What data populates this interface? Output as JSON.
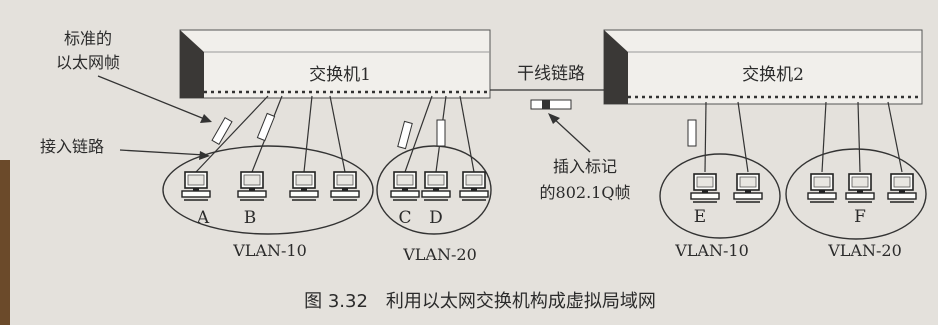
{
  "labels": {
    "std_frame_line1": "标准的",
    "std_frame_line2": "以太网帧",
    "access_link": "接入链路",
    "trunk_link": "干线链路",
    "tag_line1": "插入标记",
    "tag_line2": "的802.1Q帧"
  },
  "switches": [
    {
      "name": "交换机1"
    },
    {
      "name": "交换机2"
    }
  ],
  "hosts": [
    "A",
    "B",
    "C",
    "D",
    "E",
    "F"
  ],
  "vlans": [
    "VLAN-10",
    "VLAN-20",
    "VLAN-10",
    "VLAN-20"
  ],
  "caption": "图 3.32　利用以太网交换机构成虚拟局域网",
  "colors": {
    "background": "#e4e1dc",
    "switch_face": "#f1efeb",
    "switch_side": "#3a3836",
    "ink": "#2b2b2b"
  }
}
